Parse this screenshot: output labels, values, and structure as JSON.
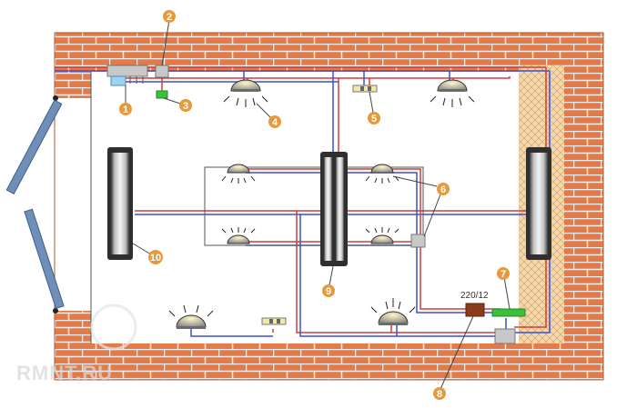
{
  "colors": {
    "brick": "#e47a48",
    "mortar": "#f0f0f0",
    "insulation": "#f3d9b0",
    "wire_red": "#d23b3b",
    "wire_blue": "#3b4fd2",
    "callout": "#e79a3c",
    "device_gray": "#c8c8c8",
    "switch_green": "#3cbf3c"
  },
  "icons": {
    "ceiling_lamp": "dome-lamp-icon",
    "fluorescent_fixture": "tube-lamp-icon",
    "junction_box": "junction-box-icon",
    "switch": "switch-icon",
    "transformer": "transformer-icon"
  },
  "callouts": [
    "1",
    "2",
    "3",
    "4",
    "5",
    "6",
    "7",
    "8",
    "9",
    "10"
  ],
  "transformer_label": "220/12",
  "watermark": "RMNT.RU"
}
